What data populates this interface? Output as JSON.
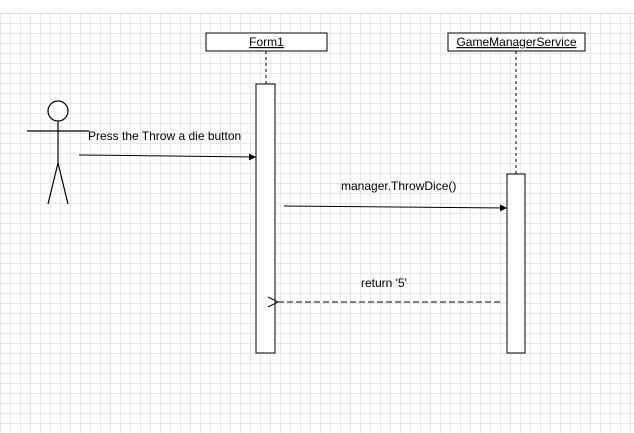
{
  "participants": {
    "form1": {
      "name": "Form1"
    },
    "service": {
      "name": "GameManagerService"
    }
  },
  "messages": {
    "user_action": "Press the Throw a die button",
    "call": "manager.ThrowDice()",
    "reply": "return '5'"
  }
}
